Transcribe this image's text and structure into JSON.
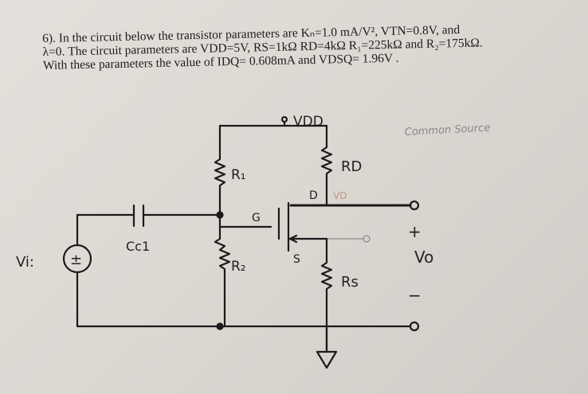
{
  "problem": {
    "line1": "6). In the circuit below the transistor parameters are Kₙ=1.0 mA/V², VTN=0.8V, and",
    "line2": "λ=0. The circuit parameters are VDD=5V, RS=1kΩ RD=4kΩ R₁=225kΩ and R₂=175kΩ.",
    "line3": "With these parameters the value of IDQ= 0.608mA and VDSQ= 1.96V ."
  },
  "circuit": {
    "vdd": "VDD",
    "r1": "R₁",
    "r2": "R₂",
    "rd": "RD",
    "rs": "Rs",
    "drain": "D",
    "vd": "VD",
    "gate": "G",
    "source": "S",
    "cap": "Cc1",
    "vi": "Vi:",
    "vo": "Vo",
    "plus": "+",
    "minus": "−",
    "src_sign": "±",
    "note": "Common Source"
  }
}
